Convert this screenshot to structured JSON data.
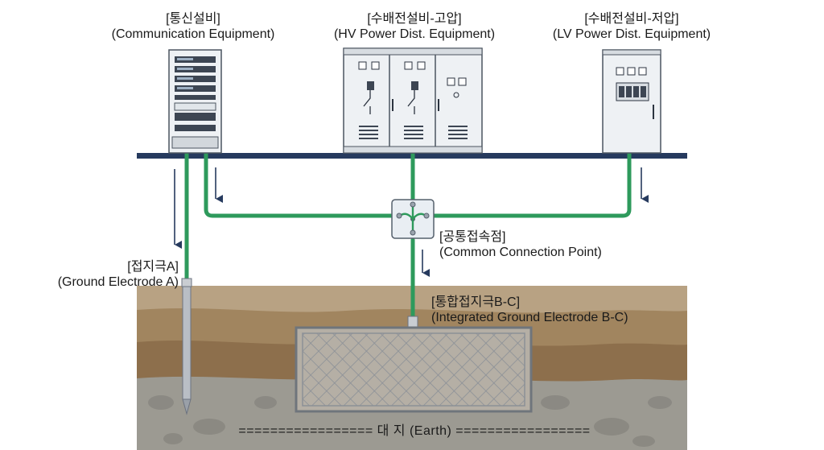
{
  "equipment": {
    "communication": {
      "ko": "[통신설비]",
      "en": "(Communication Equipment)"
    },
    "hv": {
      "ko": "[수배전설비-고압]",
      "en": "(HV Power Dist. Equipment)"
    },
    "lv": {
      "ko": "[수배전설비-저압]",
      "en": "(LV Power Dist. Equipment)"
    }
  },
  "connection_point": {
    "ko": "[공통접속점]",
    "en": "(Common Connection Point)"
  },
  "electrode_a": {
    "ko": "[접지극A]",
    "en": "(Ground Electrode A)"
  },
  "electrode_bc": {
    "ko": "[통합접지극B-C]",
    "en": "(Integrated Ground Electrode B-C)"
  },
  "earth": {
    "label": "================= 대  지 (Earth) ================="
  },
  "colors": {
    "ground_wire": "#2e9a5c",
    "bus_bar": "#263a5e",
    "arrow": "#263a5e",
    "cabinet": "#eef1f4",
    "soil_top": "#b8a283",
    "soil_mid": "#8d6f4c",
    "soil_bottom": "#9c9a92"
  }
}
